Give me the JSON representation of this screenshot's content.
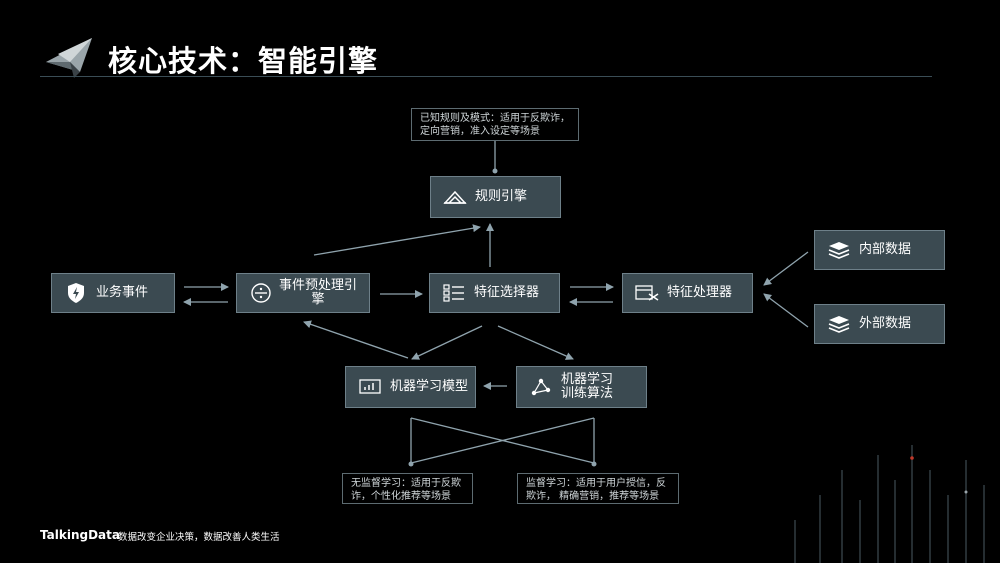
{
  "header": {
    "title": "核心技术：智能引擎"
  },
  "diagram": {
    "nodes": {
      "rule_engine": "规则引擎",
      "business_event": "业务事件",
      "event_preprocess_line1": "事件预处理引",
      "event_preprocess_line2": "擎",
      "feature_selector": "特征选择器",
      "feature_processor": "特征处理器",
      "internal_data": "内部数据",
      "external_data": "外部数据",
      "ml_model": "机器学习模型",
      "ml_training_line1": "机器学习",
      "ml_training_line2": "训练算法"
    },
    "notes": {
      "rules_line1": "已知规则及模式：适用于反欺诈，",
      "rules_line2": "定向营销，准入设定等场景",
      "unsupervised_line1": "无监督学习：适用于反欺",
      "unsupervised_line2": "诈，个性化推荐等场景",
      "supervised_line1": "监督学习：适用于用户授信，反",
      "supervised_line2": "欺诈， 精确营销，推荐等场景"
    },
    "colors": {
      "box_fill": "#3b4a51",
      "box_border": "#6e8089",
      "arrow": "#8fa3ad",
      "background": "#000000"
    }
  },
  "footer": {
    "logo": "TalkingData",
    "slogan": "数据改变企业决策，数据改善人类生活"
  }
}
